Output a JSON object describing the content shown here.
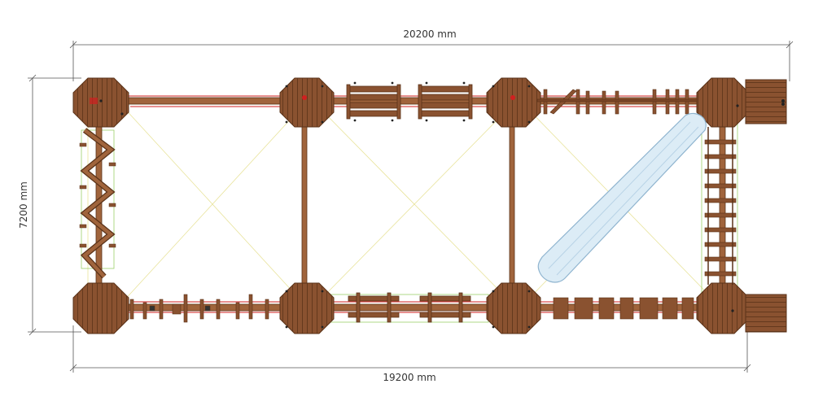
{
  "dimensions": {
    "top_width": "20200 mm",
    "bottom_width": "19200 mm",
    "height": "7200 mm"
  },
  "colors": {
    "wood": "#8a5230",
    "wood_dark": "#5a3218",
    "wood_light": "#a0643c",
    "rope_red": "#d02020",
    "slide": "#dcecf6",
    "slide_stroke": "#8fb4cf",
    "guide_yellow": "#e8e39a",
    "guide_green": "#9ccf6a",
    "dim_line": "#555555"
  }
}
